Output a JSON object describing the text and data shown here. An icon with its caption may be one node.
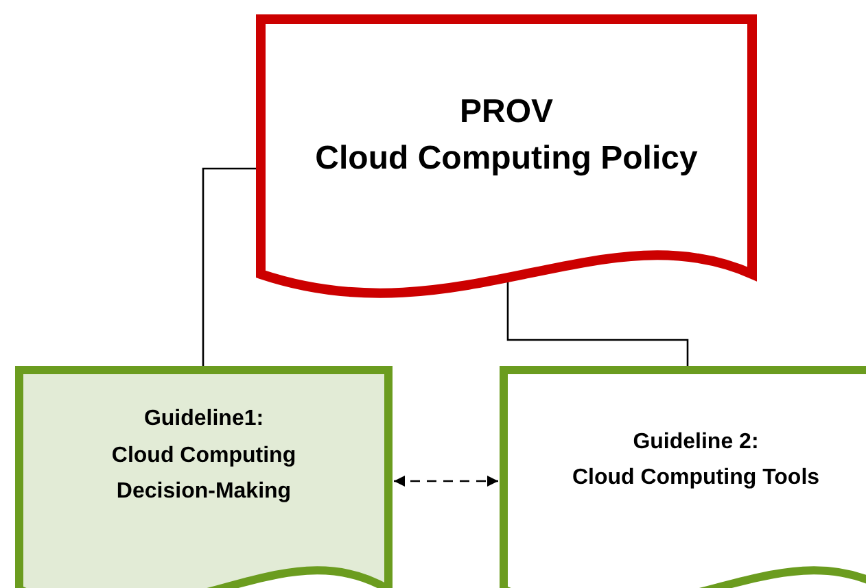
{
  "diagram": {
    "nodes": [
      {
        "text": [
          "PROV",
          "Cloud Computing Policy"
        ]
      },
      {
        "text": [
          "Guideline1:",
          "Cloud Computing Decision-Making"
        ]
      },
      {
        "text": [
          "Guideline 2:",
          "Cloud Computing Tools"
        ]
      }
    ],
    "edges": [
      {
        "from": 0,
        "to": 1,
        "arrow": "none"
      },
      {
        "from": 0,
        "to": 2,
        "arrow": "none"
      },
      {
        "from": 1,
        "to": 2,
        "arrow": "both",
        "style": "dashed"
      }
    ]
  }
}
